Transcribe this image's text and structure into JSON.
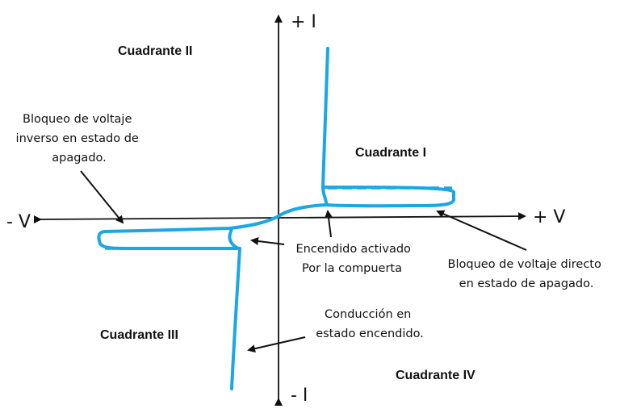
{
  "axes": {
    "y_positive": "+ I",
    "y_negative": "- I",
    "x_positive": "+ V",
    "x_negative": "- V"
  },
  "quadrants": {
    "q1": "Cuadrante I",
    "q2": "Cuadrante II",
    "q3": "Cuadrante III",
    "q4": "Cuadrante IV"
  },
  "annotations": {
    "reverse_blocking": [
      "Bloqueo de voltaje",
      "inverso en estado de",
      "apagado."
    ],
    "gate_turn_on": [
      "Encendido activado",
      "Por la compuerta"
    ],
    "forward_blocking": [
      "Bloqueo de voltaje directo",
      "en estado de apagado."
    ],
    "on_conduction": [
      "Conducción en",
      "estado encendido."
    ]
  },
  "colors": {
    "curve": "#1aa7e6",
    "axis": "#111111",
    "text": "#111111"
  }
}
